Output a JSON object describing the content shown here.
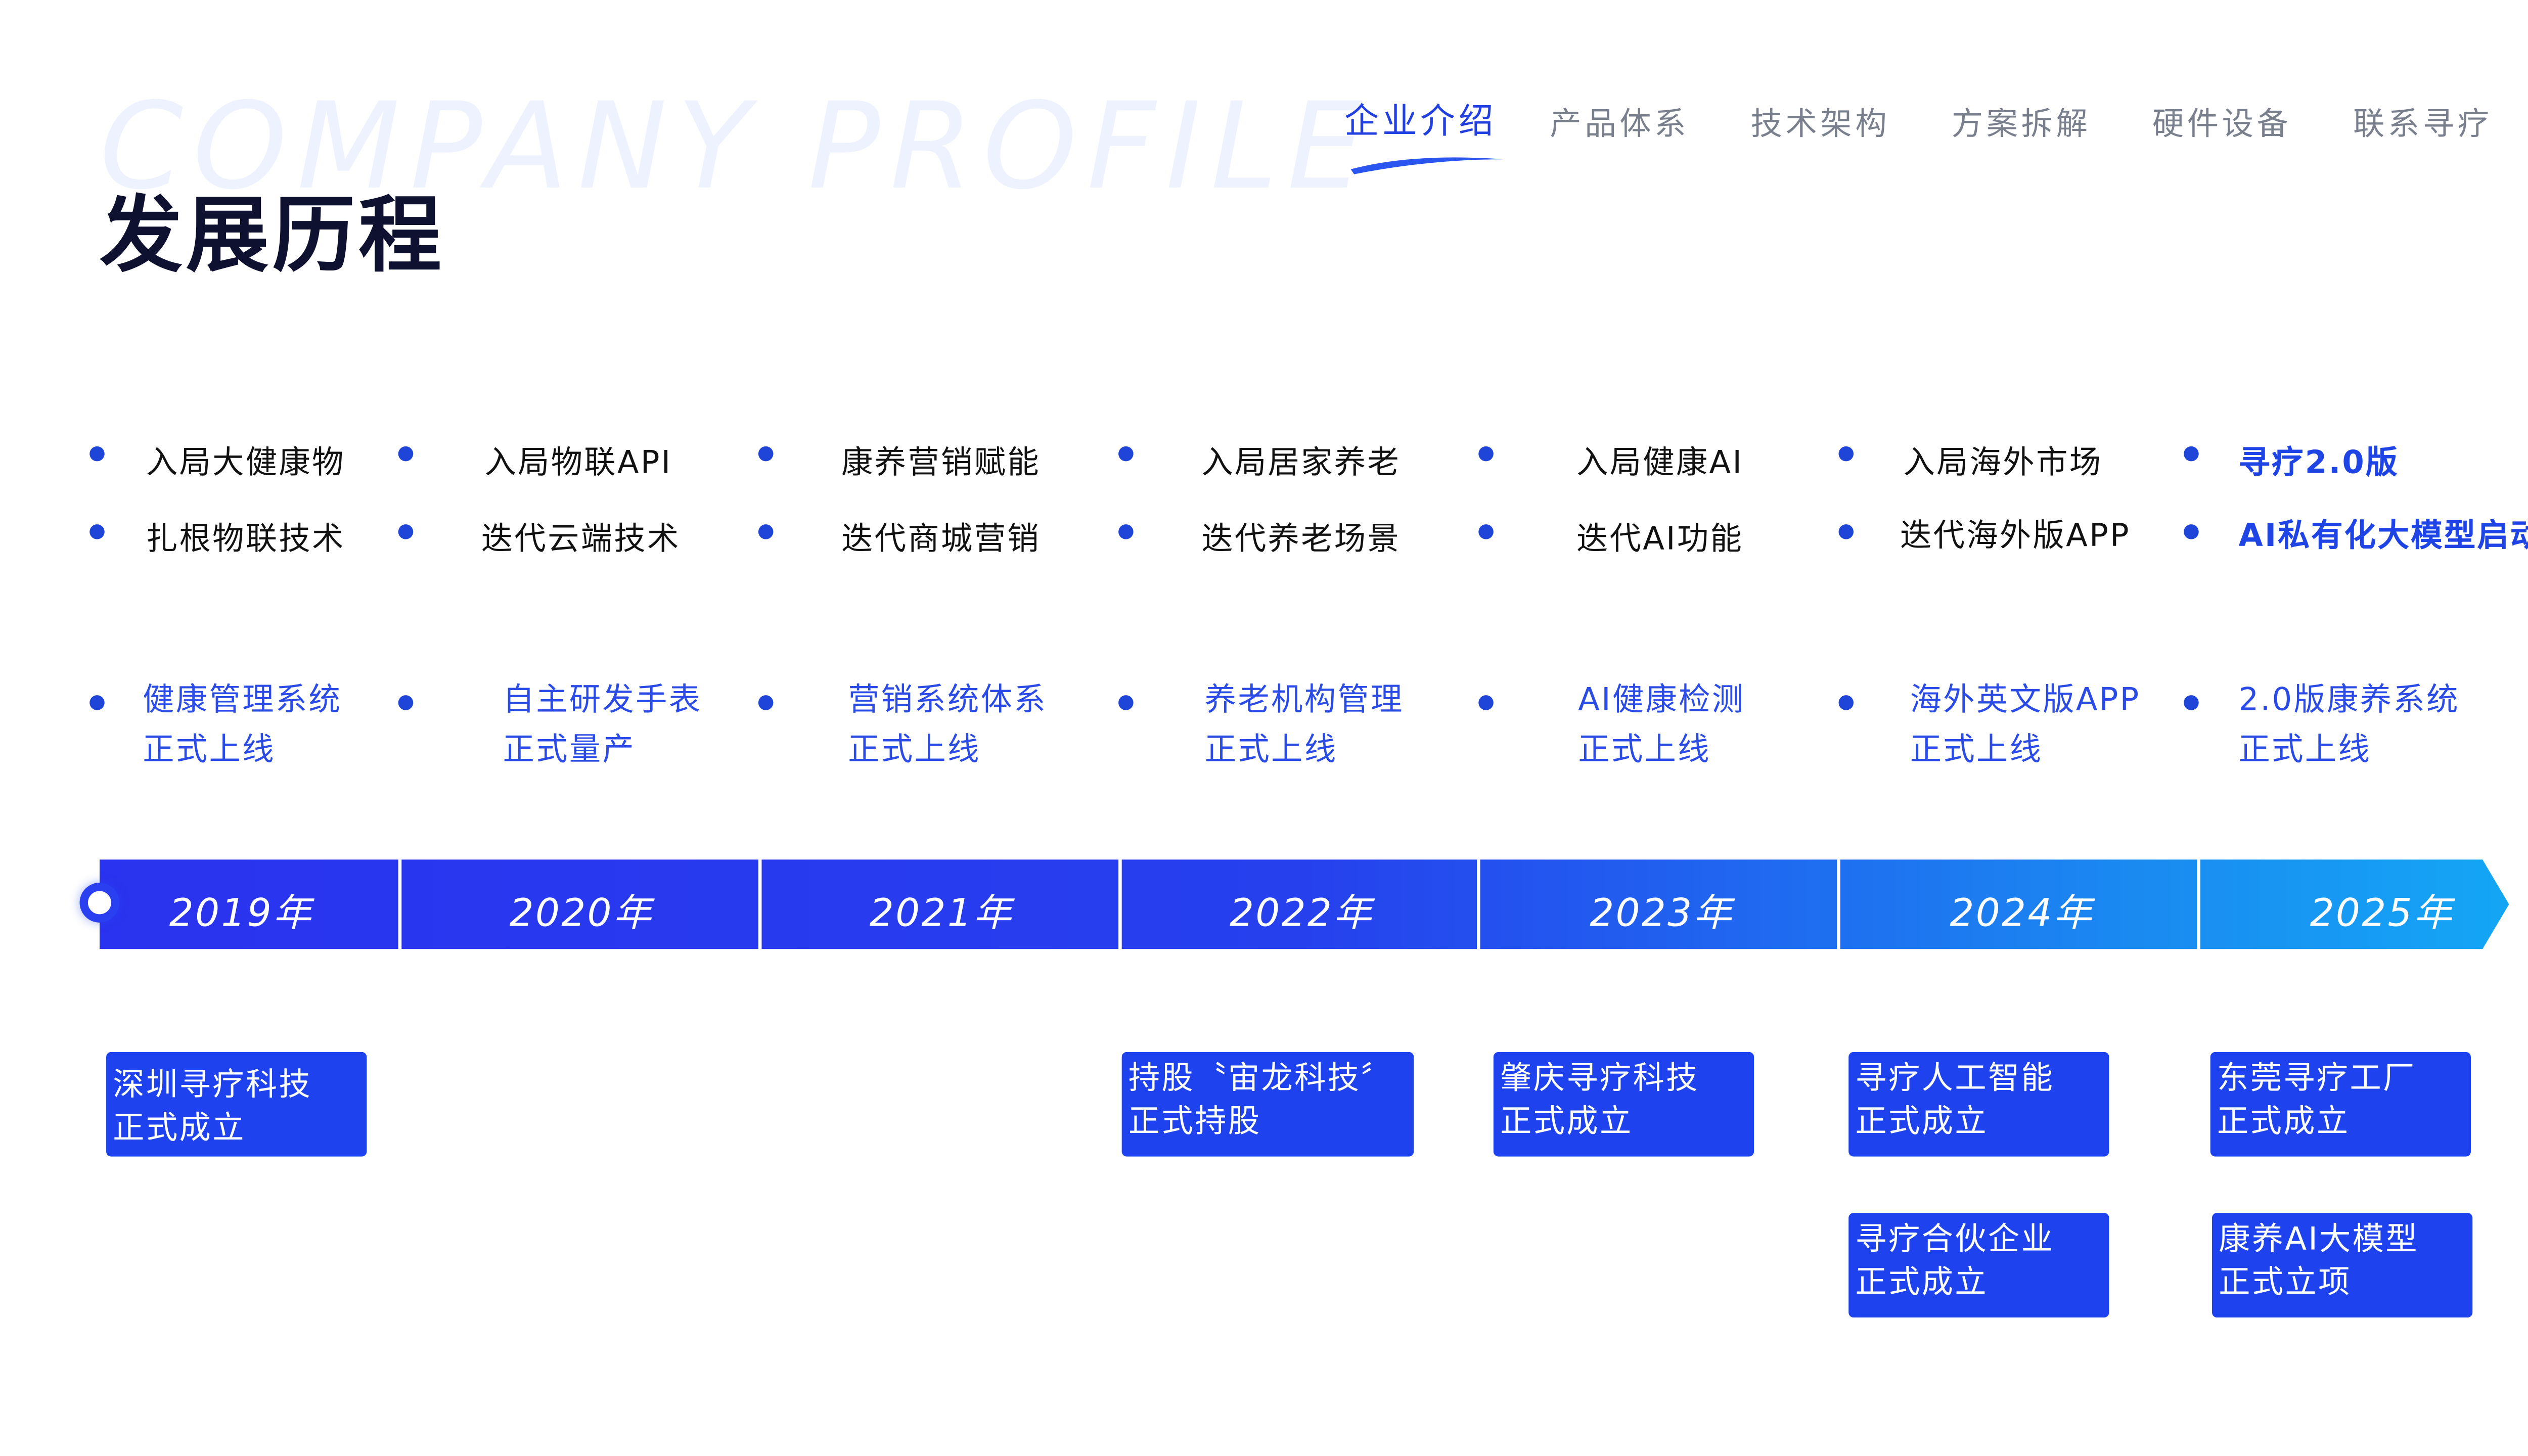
{
  "header": {
    "watermark": "COMPANY PROFILE",
    "title": "发展历程"
  },
  "nav": [
    {
      "label": "企业介绍",
      "active": true
    },
    {
      "label": "产品体系"
    },
    {
      "label": "技术架构"
    },
    {
      "label": "方案拆解"
    },
    {
      "label": "硬件设备"
    },
    {
      "label": "联系寻疗"
    }
  ],
  "columns": [
    {
      "year": "2019年",
      "items": [
        "入局大健康物",
        "扎根物联技术"
      ],
      "milestone": [
        "健康管理系统",
        "正式上线"
      ],
      "events": [
        [
          "深圳寻疗科技",
          "正式成立"
        ]
      ]
    },
    {
      "year": "2020年",
      "items": [
        "入局物联API",
        "迭代云端技术"
      ],
      "milestone": [
        "自主研发手表",
        "正式量产"
      ],
      "events": []
    },
    {
      "year": "2021年",
      "items": [
        "康养营销赋能",
        "迭代商城营销"
      ],
      "milestone": [
        "营销系统体系",
        "正式上线"
      ],
      "events": []
    },
    {
      "year": "2022年",
      "items": [
        "入局居家养老",
        "迭代养老场景"
      ],
      "milestone": [
        "养老机构管理",
        "正式上线"
      ],
      "events": [
        [
          "持股〝宙龙科技〞",
          "正式持股"
        ]
      ]
    },
    {
      "year": "2023年",
      "items": [
        "入局健康AI",
        "迭代AI功能"
      ],
      "milestone": [
        "AI健康检测",
        "正式上线"
      ],
      "events": [
        [
          "肇庆寻疗科技",
          "正式成立"
        ]
      ]
    },
    {
      "year": "2024年",
      "items": [
        "入局海外市场",
        "迭代海外版APP"
      ],
      "milestone": [
        "海外英文版APP",
        "正式上线"
      ],
      "events": [
        [
          "寻疗人工智能",
          "正式成立"
        ],
        [
          "寻疗合伙企业",
          "正式成立"
        ]
      ]
    },
    {
      "year": "2025年",
      "items": [
        "寻疗2.0版",
        "AI私有化大模型启动"
      ],
      "milestone": [
        "2.0版康养系统",
        "正式上线"
      ],
      "events": [
        [
          "东莞寻疗工厂",
          "正式成立"
        ],
        [
          "康养AI大模型",
          "正式立项"
        ]
      ]
    }
  ],
  "colors": {
    "accent": "#1f44e6",
    "milestone_text": "#2a4be6",
    "event_box": "#1e43ee",
    "title": "#0f1130"
  }
}
